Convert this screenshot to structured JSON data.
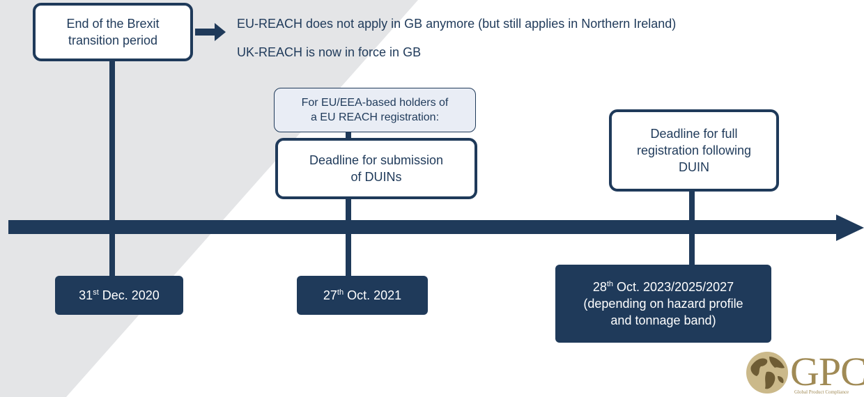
{
  "colors": {
    "primary": "#1f3a5a",
    "note_fill": "#e9edf5",
    "background_shade": "#e4e5e7",
    "logo_gold": "#a08a55"
  },
  "events": {
    "brexit": {
      "line1": "End of the Brexit",
      "line2": "transition period"
    },
    "duin_note": {
      "line1": "For EU/EEA-based holders of",
      "line2": "a EU REACH registration:"
    },
    "duin_deadline": {
      "line1": "Deadline for submission",
      "line2": "of DUINs"
    },
    "full_registration": {
      "line1": "Deadline for full",
      "line2": "registration following",
      "line3": "DUIN"
    }
  },
  "messages": {
    "line1": "EU-REACH does not apply in GB anymore (but still applies in Northern Ireland)",
    "line2": "UK-REACH is now in force in GB"
  },
  "dates": {
    "d1": {
      "day": "31",
      "suffix": "st",
      "rest": " Dec. 2020"
    },
    "d2": {
      "day": "27",
      "suffix": "th",
      "rest": " Oct. 2021"
    },
    "d3": {
      "day": "28",
      "suffix": "th",
      "rest": " Oct. 2023/2025/2027",
      "line2": "(depending on hazard profile",
      "line3": "and tonnage band)"
    }
  },
  "logo": {
    "text": "GPC",
    "subtitle": "Global Product Compliance"
  }
}
